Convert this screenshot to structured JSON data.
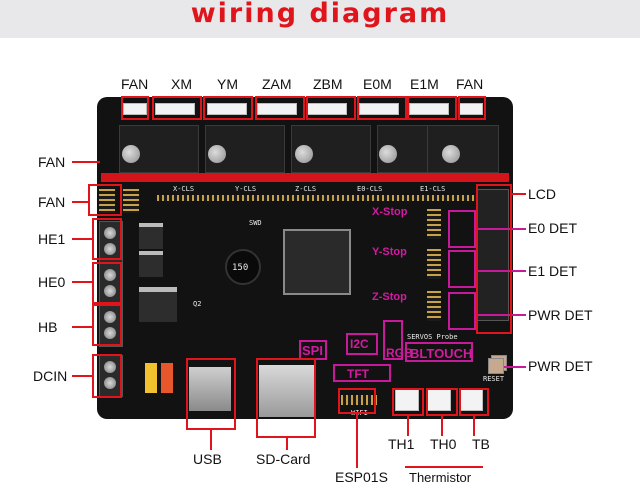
{
  "title": "wiring diagram",
  "colors": {
    "accent_red": "#e0141b",
    "accent_magenta": "#c8199a",
    "board": "#121212"
  },
  "top_labels": [
    "FAN",
    "XM",
    "YM",
    "ZAM",
    "ZBM",
    "E0M",
    "E1M",
    "FAN"
  ],
  "left_labels": [
    "FAN",
    "FAN",
    "HE1",
    "HE0",
    "HB",
    "DCIN"
  ],
  "right_labels": [
    "LCD",
    "E0 DET",
    "E1 DET",
    "PWR DET",
    "PWR DET"
  ],
  "bottom_labels": [
    "USB",
    "SD-Card",
    "ESP01S",
    "TH1",
    "TH0",
    "TB",
    "Thermistor"
  ],
  "board_labels": {
    "spi": "SPI",
    "i2c": "I2C",
    "rgb": "RGB",
    "bltouch": "BLTOUCH",
    "tft": "TFT",
    "x_stop": "X-Stop",
    "y_stop": "Y-Stop",
    "z_stop": "Z-Stop",
    "x_cls": "X-CLS",
    "y_cls": "Y-CLS",
    "z_cls": "Z-CLS",
    "e0_cls": "E0-CLS",
    "e1_cls": "E1-CLS",
    "swd": "SWD",
    "servos_probe": "SERVOS Probe",
    "reset": "RESET",
    "wifi": "WIFI",
    "q2": "Q2",
    "choke": "150"
  }
}
